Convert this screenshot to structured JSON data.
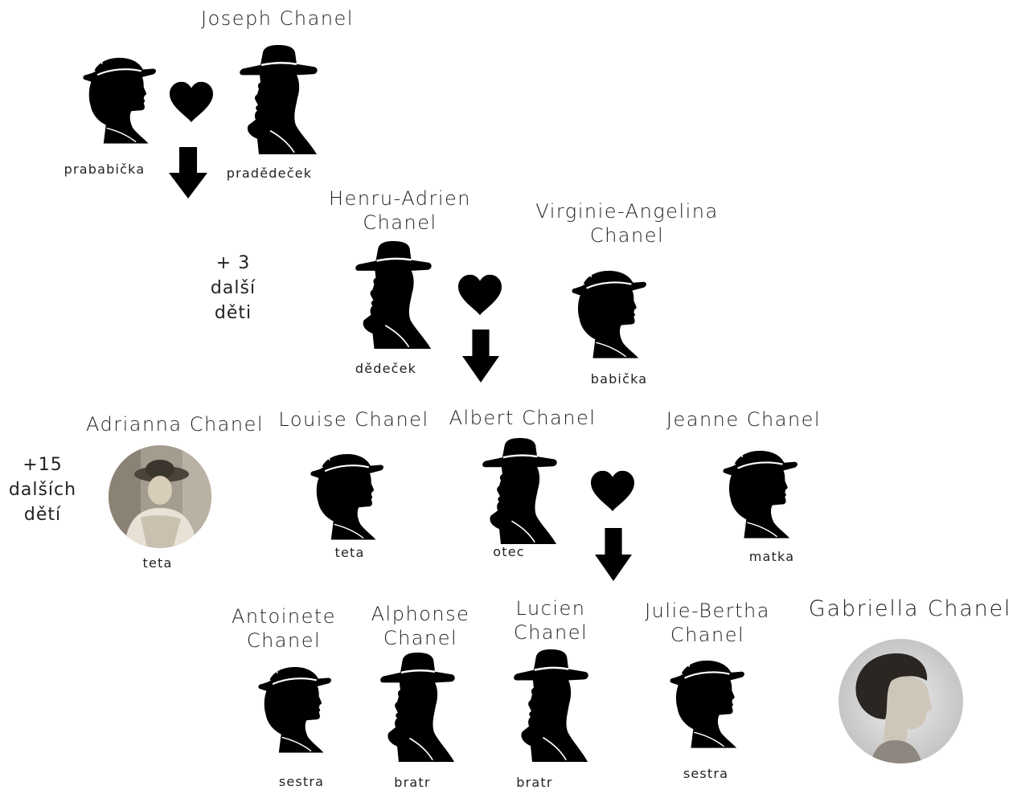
{
  "generations": {
    "great_grandparents": {
      "husband_name": "Joseph Chanel",
      "wife_role": "prababička",
      "husband_role": "pradědeček"
    },
    "grandparents": {
      "husband_name": "Henru-Adrien\nChanel",
      "husband_role": "dědeček",
      "wife_name": "Virginie-Angelina\nChanel",
      "wife_role": "babička",
      "extra_children": "+ 3\ndalší\nděti"
    },
    "parents": {
      "extra_children": "+15\ndalších\ndětí",
      "aunt1_name": "Adrianna Chanel",
      "aunt1_role": "teta",
      "aunt2_name": "Louise Chanel",
      "aunt2_role": "teta",
      "father_name": "Albert Chanel",
      "father_role": "otec",
      "mother_name": "Jeanne Chanel",
      "mother_role": "matka"
    },
    "children": {
      "c1_name": "Antoinete\nChanel",
      "c1_role": "sestra",
      "c2_name": "Alphonse\nChanel",
      "c2_role": "bratr",
      "c3_name": "Lucien\nChanel",
      "c3_role": "bratr",
      "c4_name": "Julie-Bertha\nChanel",
      "c4_role": "sestra",
      "subject_name": "Gabriella Chanel"
    }
  },
  "icons": {
    "female": "woman-silhouette-icon",
    "male": "man-silhouette-icon",
    "union": "heart-icon",
    "descent": "arrow-down-icon"
  },
  "colors": {
    "silhouette": "#000000",
    "text": "#222222",
    "background": "#ffffff"
  }
}
